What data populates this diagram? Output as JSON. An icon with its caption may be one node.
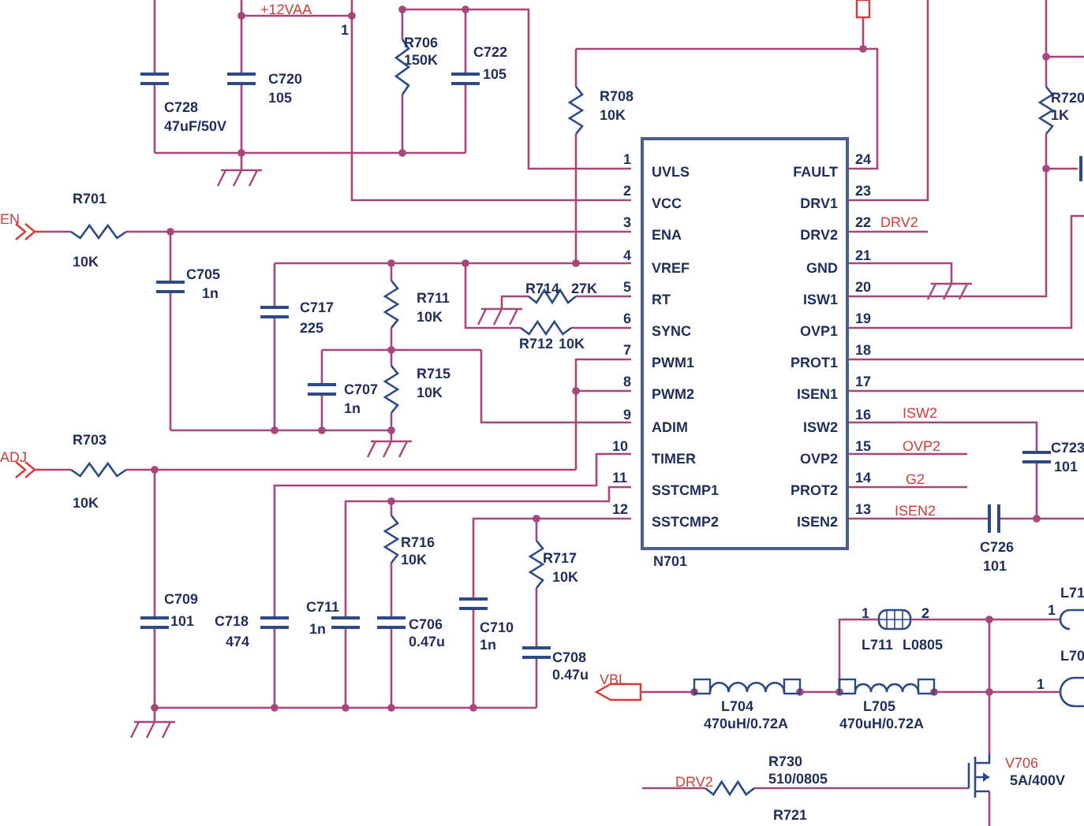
{
  "diagram": {
    "nodes": [
      {
        "text": [
          "UVLS",
          "FAULT",
          "VCC",
          "DRV1",
          "ENA",
          "DRV2",
          "VREF",
          "GND",
          "RT",
          "ISW1",
          "SYNC",
          "OVP1",
          "PWM1",
          "PROT1",
          "PWM2",
          "ISEN1",
          "ADIM",
          "ISW2",
          "TIMER",
          "OVP2",
          "SSTCMP1",
          "PROT2",
          "SSTCMP2",
          "ISEN2",
          "N701"
        ],
        "beside": [
          "1",
          "2",
          "3",
          "4",
          "5",
          "6",
          "7",
          "8",
          "9",
          "10",
          "11",
          "12",
          "13",
          "14",
          "15",
          "16",
          "17",
          "18",
          "19",
          "20",
          "21",
          "22",
          "23",
          "24"
        ]
      }
    ],
    "labels": [
      "+12VAA",
      "1",
      "R706",
      "150K",
      "C722",
      "105",
      "C720",
      "105",
      "C728",
      "47uF/50V",
      "R708",
      "10K",
      "R720",
      "1K",
      "R701",
      "10K",
      "EN",
      "C705",
      "1n",
      "C717",
      "225",
      "R711",
      "10K",
      "R714",
      "27K",
      "R712",
      "10K",
      "R715",
      "10K",
      "C707",
      "1n",
      "R703",
      "10K",
      "ADJ",
      "C709",
      "101",
      "C718",
      "474",
      "C711",
      "1n",
      "R716",
      "10K",
      "C706",
      "0.47u",
      "R717",
      "10K",
      "C710",
      "1n",
      "C708",
      "0.47u",
      "DRV2",
      "ISW2",
      "OVP2",
      "G2",
      "ISEN2",
      "C723",
      "101",
      "C726",
      "101",
      "L71",
      "1",
      "1",
      "2",
      "L711",
      "L0805",
      "L70",
      "1",
      "VBL",
      "L704",
      "470uH/0.72A",
      "L705",
      "470uH/0.72A",
      "V706",
      "5A/400V",
      "R730",
      "510/0805",
      "DRV2",
      "R721"
    ]
  }
}
